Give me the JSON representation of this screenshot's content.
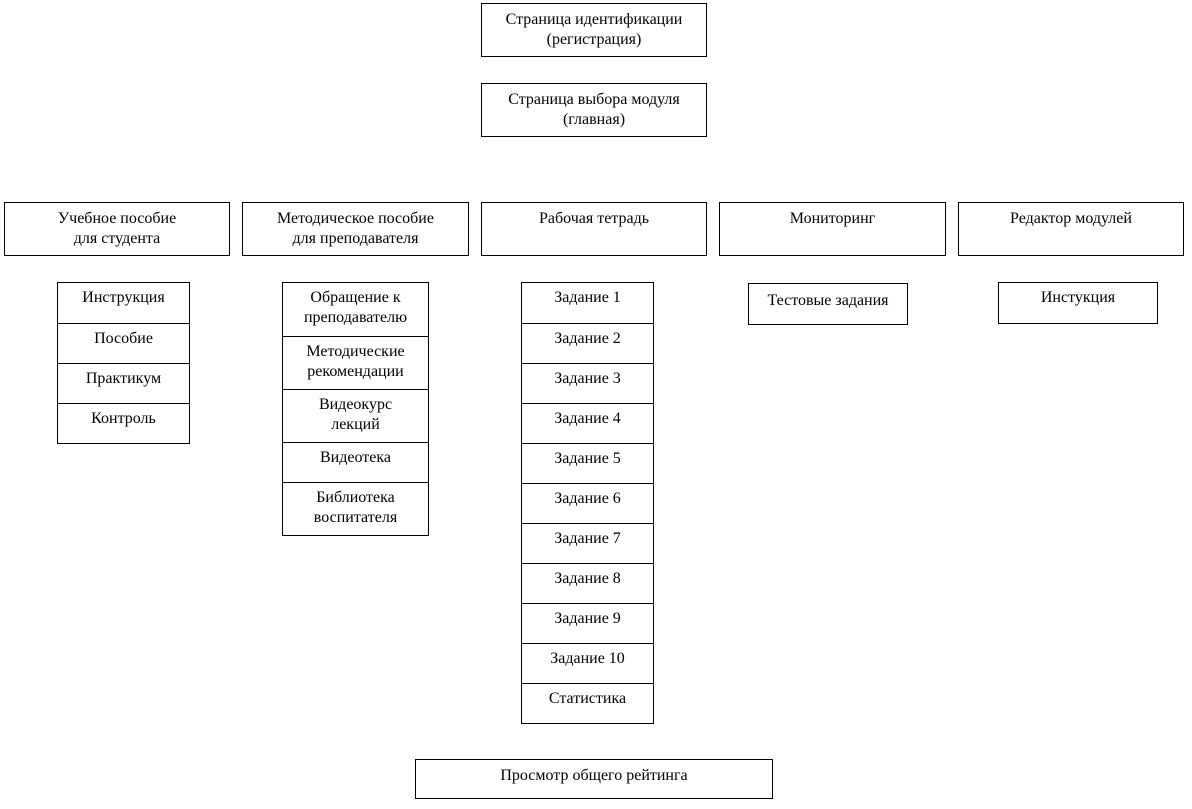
{
  "top": {
    "identification": {
      "line1": "Страница идентификации",
      "line2": "(регистрация)"
    },
    "module_select": {
      "line1": "Страница выбора модуля",
      "line2": "(главная)"
    }
  },
  "modules": {
    "student_manual": {
      "line1": "Учебное пособие",
      "line2": "для студента"
    },
    "teacher_manual": {
      "line1": "Методическое пособие",
      "line2": "для преподавателя"
    },
    "workbook": {
      "line1": "Рабочая тетрадь"
    },
    "monitoring": {
      "line1": "Мониторинг"
    },
    "module_editor": {
      "line1": "Редактор модулей"
    }
  },
  "student_items": [
    "Инструкция",
    "Пособие",
    "Практикум",
    "Контроль"
  ],
  "teacher_items": [
    {
      "line1": "Обращение к",
      "line2": "преподавателю"
    },
    {
      "line1": "Методические",
      "line2": "рекомендации"
    },
    {
      "line1": "Видеокурс",
      "line2": "лекций"
    },
    {
      "line1": "Видеотека",
      "line2": ""
    },
    {
      "line1": "Библиотека",
      "line2": "воспитателя"
    }
  ],
  "workbook_items": [
    "Задание 1",
    "Задание 2",
    "Задание 3",
    "Задание 4",
    "Задание 5",
    "Задание 6",
    "Задание 7",
    "Задание 8",
    "Задание 9",
    "Задание 10",
    "Статистика"
  ],
  "monitoring_items": [
    "Тестовые задания"
  ],
  "editor_items": [
    "Инстукция"
  ],
  "bottom": {
    "rating": "Просмотр общего рейтинга"
  }
}
